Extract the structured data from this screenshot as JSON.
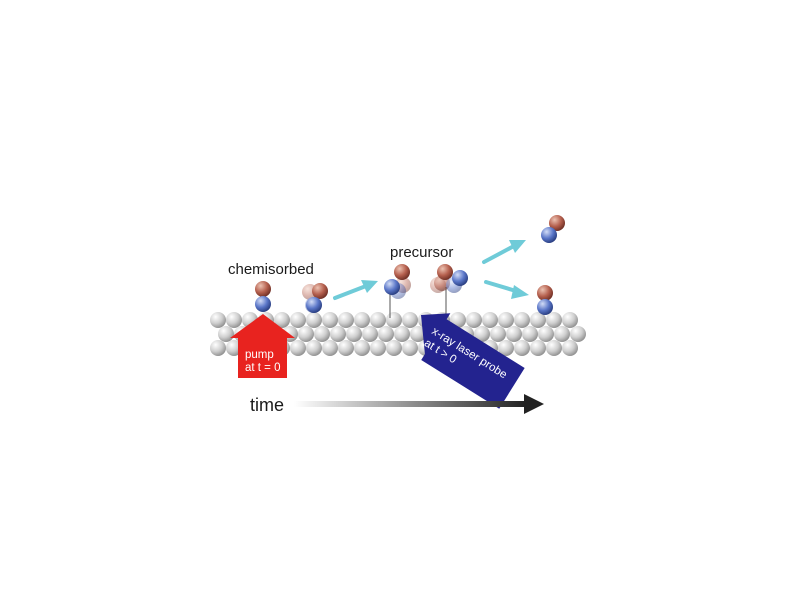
{
  "labels": {
    "chemisorbed": "chemisorbed",
    "precursor": "precursor",
    "time": "time"
  },
  "pump": {
    "line1": "pump",
    "line2": "at t = 0",
    "color": "#e8231f"
  },
  "probe": {
    "line1": "x-ray laser probe",
    "line2": "at t > 0",
    "color": "#23238f"
  },
  "colors": {
    "oxygen_atom": "#b5604e",
    "carbon_atom": "#5a76c8",
    "surface_atom": "#c8c8c8",
    "transition_arrow": "#6fcbd8",
    "time_arrow_end": "#222222"
  }
}
